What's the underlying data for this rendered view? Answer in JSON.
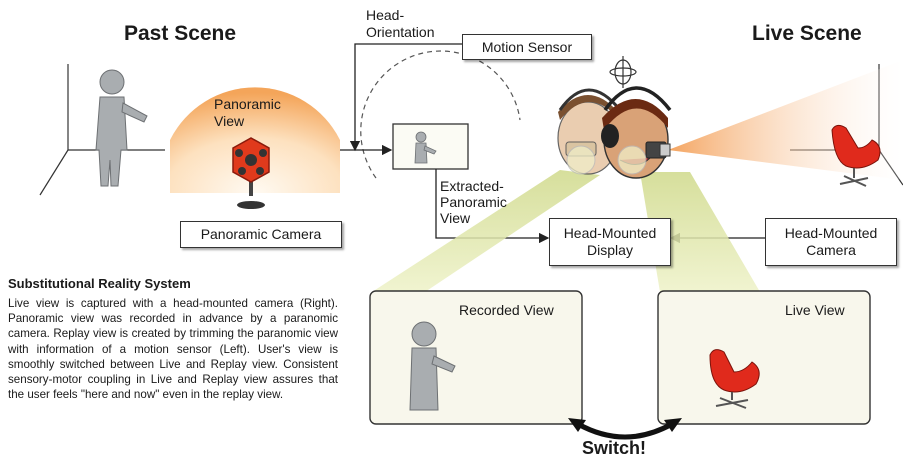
{
  "headings": {
    "past_scene": "Past Scene",
    "live_scene": "Live Scene"
  },
  "labels": {
    "panoramic_view": "Panoramic\nView",
    "head_orientation": "Head-\nOrientation",
    "motion_sensor": "Motion Sensor",
    "panoramic_camera": "Panoramic Camera",
    "extracted_panoramic_view": "Extracted-\nPanoramic\nView",
    "head_mounted_display": "Head-Mounted\nDisplay",
    "head_mounted_camera": "Head-Mounted\nCamera",
    "recorded_view": "Recorded View",
    "live_view": "Live View",
    "switch": "Switch!"
  },
  "description": {
    "title": "Substitutional Reality System",
    "body": "Live view is captured with a head-mounted camera (Right). Panoramic view was recorded in advance by a paranomic camera. Replay view is created by trimming the paranomic view with information of a motion sensor (Left). User's view is smoothly switched between Live and Replay view. Consistent sensory-motor coupling in Live and Replay view assures that the user feels \"here and now\" even in the replay view."
  },
  "colors": {
    "panorama_orange": "#f4a55a",
    "beam_yellow": "#d9e39a",
    "camera_beam": "#f7b27a",
    "chair_red": "#e02a1c",
    "figure_gray": "#a9adb0",
    "panel_bg": "#f8f7ec"
  },
  "icons": [
    "person-figure-icon",
    "panoramic-camera-icon",
    "head-with-hmd-icon",
    "red-chair-icon",
    "rotation-gyro-icon",
    "curved-double-arrow-icon"
  ]
}
